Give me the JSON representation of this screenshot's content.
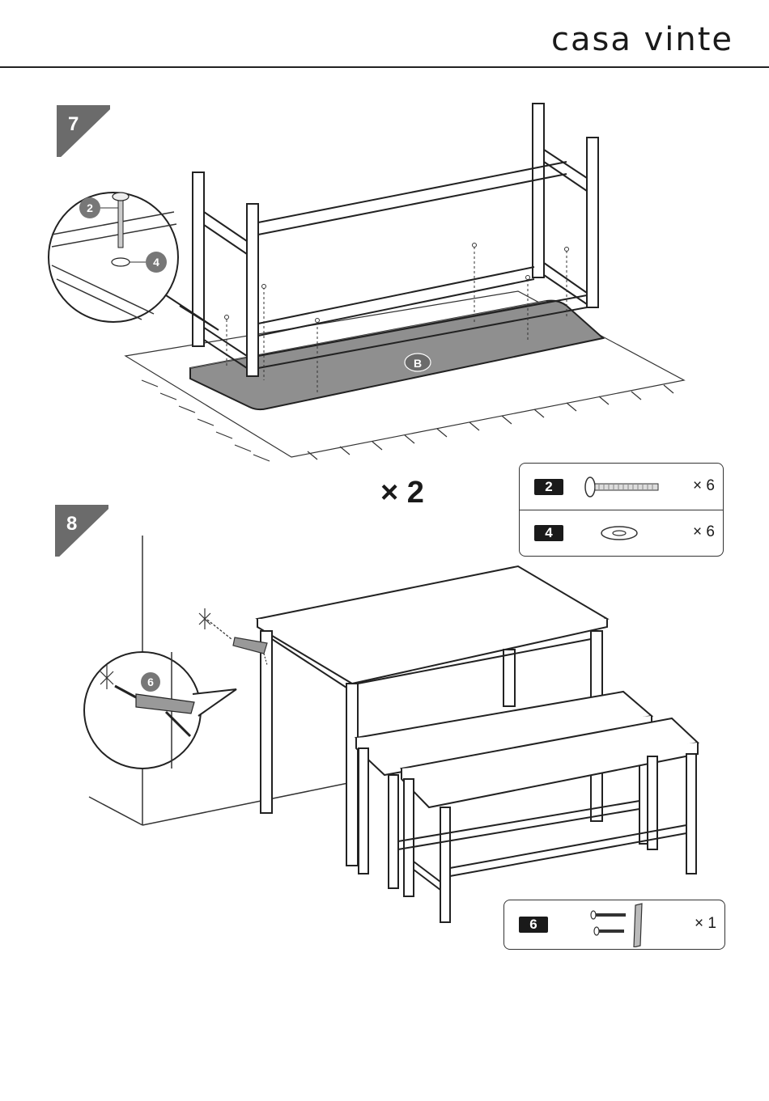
{
  "header": {
    "brand": "casa vinte"
  },
  "steps": [
    {
      "number": "7",
      "multiplier": "× 2",
      "panel_label": "B",
      "callouts": [
        "2",
        "4"
      ]
    },
    {
      "number": "8",
      "callouts": [
        "6"
      ]
    }
  ],
  "parts": {
    "box1": [
      {
        "id": "2",
        "icon": "bolt-icon",
        "qty": "× 6"
      },
      {
        "id": "4",
        "icon": "washer-icon",
        "qty": "× 6"
      }
    ],
    "box2": [
      {
        "id": "6",
        "icon": "anti-tip-kit-icon",
        "qty": "× 1"
      }
    ]
  }
}
